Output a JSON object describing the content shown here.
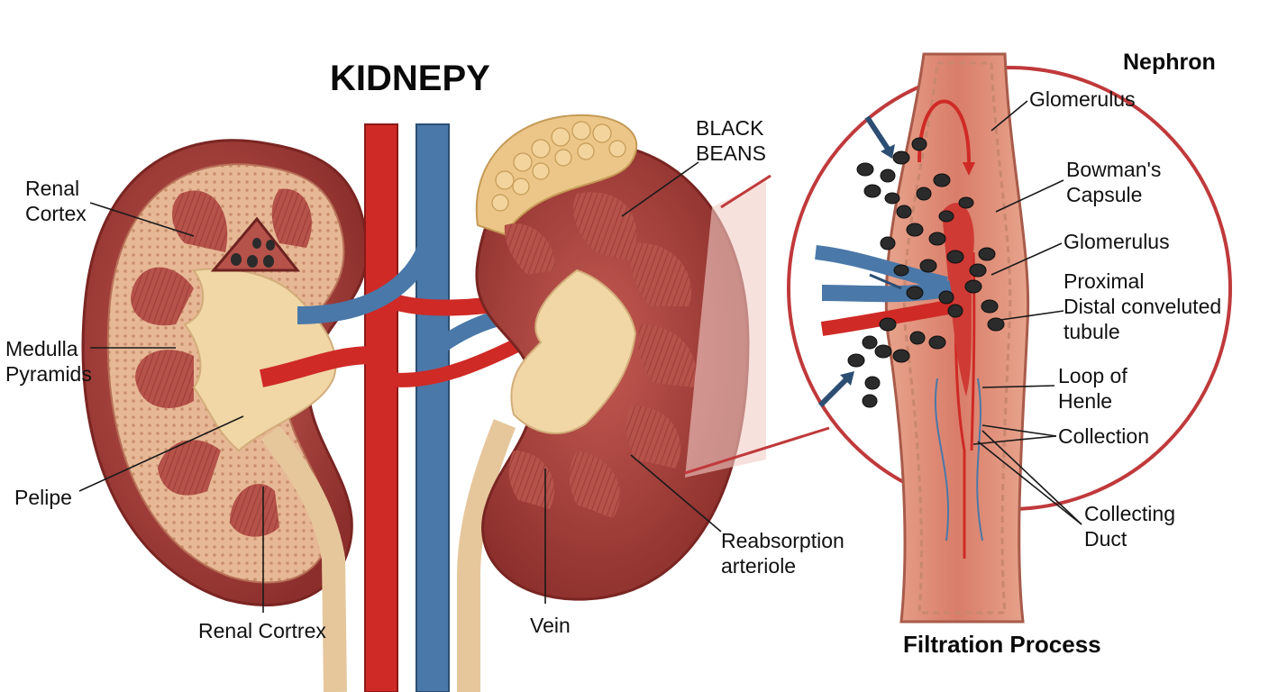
{
  "title": "KIDNEPY",
  "nephron_title": "Nephron",
  "footer_title": "Filtration Process",
  "labels": {
    "renal_cortex_top": [
      "Renal",
      "Cortex"
    ],
    "medulla_pyramids": [
      "Medulla",
      "Pyramids"
    ],
    "pelipe": [
      "Pelipe"
    ],
    "renal_cortrex": [
      "Renal Cortrex"
    ],
    "black_beans": [
      "BLACK",
      "BEANS"
    ],
    "vein": [
      "Vein"
    ],
    "reabsorption": [
      "Reabsorption",
      "arteriole"
    ],
    "glomerulus_1": [
      "Glomerulus"
    ],
    "bowmans_capsule": [
      "Bowman's",
      "Capsule"
    ],
    "glomerulus_2": [
      "Glomerulus"
    ],
    "proximal_distal": [
      "Proximal",
      "Distal conveluted",
      "tubule"
    ],
    "loop_of_henle": [
      "Loop of",
      "Henle"
    ],
    "collection": [
      "Collection"
    ],
    "collecting_duct": [
      "Collecting",
      "Duct"
    ]
  },
  "colors": {
    "kidney_outer": "#a8403a",
    "kidney_cortex": "#e7b896",
    "medulla": "#b5524a",
    "pelvis": "#f1d6a6",
    "artery": "#cf2a26",
    "vein": "#4a78a8",
    "fat": "#ebc688",
    "bean": "#2b2b2b",
    "callout_ring": "#c0393b"
  }
}
